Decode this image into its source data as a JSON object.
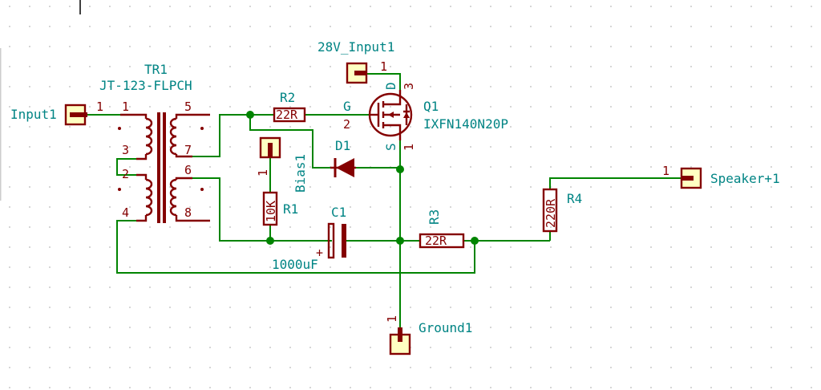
{
  "colors": {
    "wire": "#008400",
    "component": "#840000",
    "label": "#008484",
    "connector_fill": "#ffffc2",
    "background": "#ffffff",
    "grid_dot": "#b9b9b9"
  },
  "transformer": {
    "ref": "TR1",
    "value": "JT-123-FLPCH",
    "pins": [
      "1",
      "2",
      "3",
      "4",
      "5",
      "6",
      "7",
      "8"
    ]
  },
  "connectors": {
    "input": {
      "ref": "Input1",
      "pin": "1"
    },
    "supply": {
      "ref": "28V_Input1",
      "pin": "1"
    },
    "bias": {
      "ref": "Bias1",
      "pin": "1"
    },
    "ground": {
      "ref": "Ground1",
      "pin": "1"
    },
    "speaker": {
      "ref": "Speaker+1",
      "pin": "1"
    }
  },
  "resistors": {
    "r1": {
      "ref": "R1",
      "value": "10K"
    },
    "r2": {
      "ref": "R2",
      "value": "22R"
    },
    "r3": {
      "ref": "R3",
      "value": "22R"
    },
    "r4": {
      "ref": "R4",
      "value": "220R"
    }
  },
  "capacitor": {
    "ref": "C1",
    "value": "1000uF",
    "polarity": "+"
  },
  "diode": {
    "ref": "D1"
  },
  "mosfet": {
    "ref": "Q1",
    "value": "IXFN140N20P",
    "gate_label": "G",
    "gate_pin": "2",
    "drain_label": "D",
    "drain_pin": "3",
    "source_label": "S",
    "source_pin": "1"
  }
}
